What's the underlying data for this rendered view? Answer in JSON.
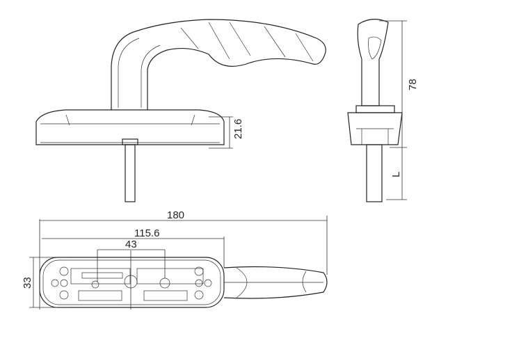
{
  "drawing": {
    "dimensions": {
      "base_height": "21.6",
      "total_height": "78",
      "spindle_length": "L",
      "total_length": "180",
      "base_length": "115.6",
      "hole_spacing": "43",
      "base_width": "33"
    }
  }
}
